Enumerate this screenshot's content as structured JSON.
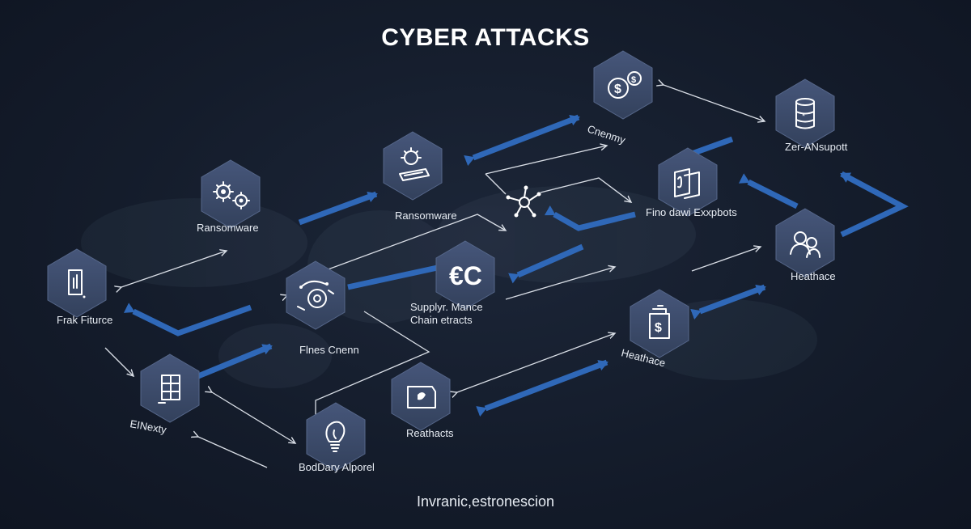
{
  "title": "CYBER ATTACKS",
  "footer": "Invranic,estronescion",
  "colors": {
    "background": "#141c2b",
    "hexagon": "#3b4a66",
    "hexagon_edge": "#56678a",
    "blue_arrow": "#2f68b8",
    "thin_arrow": "#d9dee6",
    "text": "#e8edf4"
  },
  "nodes": [
    {
      "id": "ransomware-left",
      "label": "Ransomware",
      "icon": "gears-icon"
    },
    {
      "id": "ransomware-center",
      "label": "Ransomware",
      "icon": "bug-monitor-icon"
    },
    {
      "id": "crypto-coins",
      "label": "Cnenmy",
      "icon": "coins-icon"
    },
    {
      "id": "zero-day",
      "label": "Zer-ANsupott",
      "icon": "barrel-icon"
    },
    {
      "id": "fraud-finance",
      "label": "Frak Fiturce",
      "icon": "phone-icon"
    },
    {
      "id": "fines-chain",
      "label": "Flnes Cnenn",
      "icon": "gear-chain-icon"
    },
    {
      "id": "supply-chain",
      "label": "Supplyr. Mance",
      "label2": "Chain etracts",
      "icon": "euro-c-icon"
    },
    {
      "id": "exploits",
      "label": "Fino dawi Exxpbots",
      "icon": "documents-icon"
    },
    {
      "id": "healthcare-right",
      "label": "Heathace",
      "icon": "user-silhouette-icon"
    },
    {
      "id": "network-hub",
      "label": "",
      "icon": "network-hub-icon"
    },
    {
      "id": "energy",
      "label": "EINexty",
      "icon": "solar-panel-icon"
    },
    {
      "id": "healthcare-center",
      "label": "Heathace",
      "icon": "dollar-document-icon"
    },
    {
      "id": "reathacts",
      "label": "Reathacts",
      "icon": "card-reader-icon"
    },
    {
      "id": "bodyday",
      "label": "BodDary Alporel",
      "icon": "lightbulb-icon"
    }
  ]
}
